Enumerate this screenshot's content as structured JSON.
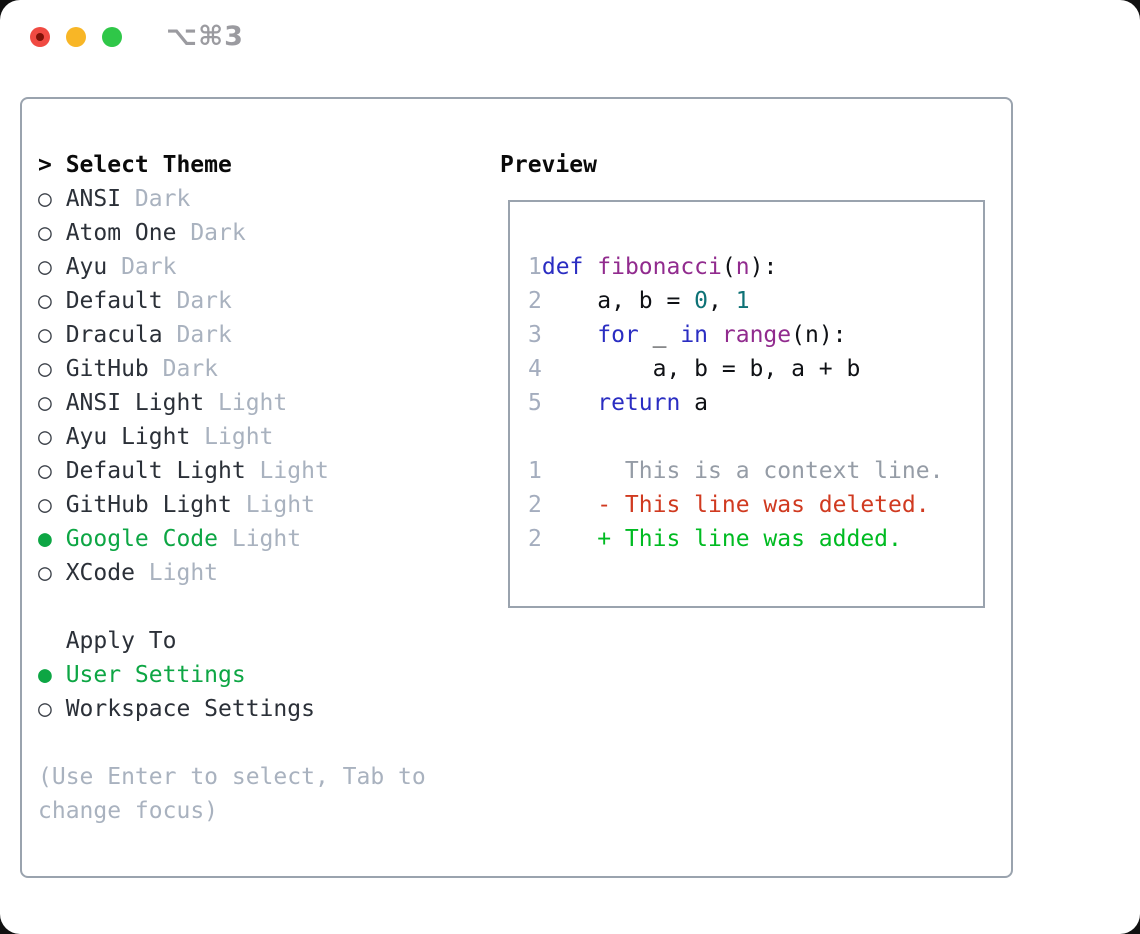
{
  "window": {
    "shortcut": "⌥⌘3"
  },
  "theme_list": {
    "header_prefix": ">",
    "header": "Select Theme",
    "bullet_unselected": "○",
    "bullet_selected": "●",
    "items": [
      {
        "name": "ANSI",
        "variant": "Dark",
        "selected": false
      },
      {
        "name": "Atom One",
        "variant": "Dark",
        "selected": false
      },
      {
        "name": "Ayu",
        "variant": "Dark",
        "selected": false
      },
      {
        "name": "Default",
        "variant": "Dark",
        "selected": false
      },
      {
        "name": "Dracula",
        "variant": "Dark",
        "selected": false
      },
      {
        "name": "GitHub",
        "variant": "Dark",
        "selected": false
      },
      {
        "name": "ANSI Light",
        "variant": "Light",
        "selected": false
      },
      {
        "name": "Ayu Light",
        "variant": "Light",
        "selected": false
      },
      {
        "name": "Default Light",
        "variant": "Light",
        "selected": false
      },
      {
        "name": "GitHub Light",
        "variant": "Light",
        "selected": false
      },
      {
        "name": "Google Code",
        "variant": "Light",
        "selected": true
      },
      {
        "name": "XCode",
        "variant": "Light",
        "selected": false
      }
    ]
  },
  "apply_to": {
    "header": "Apply To",
    "options": [
      {
        "name": "User Settings",
        "selected": true
      },
      {
        "name": "Workspace Settings",
        "selected": false
      }
    ]
  },
  "help_text": "(Use Enter to select, Tab to change focus)",
  "preview": {
    "label": "Preview",
    "lines": [
      {
        "num": "1",
        "tokens": [
          {
            "t": "def",
            "c": "keyword"
          },
          {
            "t": " ",
            "c": "plain"
          },
          {
            "t": "fibonacci",
            "c": "function"
          },
          {
            "t": "(",
            "c": "plain"
          },
          {
            "t": "n",
            "c": "function"
          },
          {
            "t": "):",
            "c": "plain"
          }
        ]
      },
      {
        "num": "2",
        "tokens": [
          {
            "t": "    a, b = ",
            "c": "plain"
          },
          {
            "t": "0",
            "c": "number"
          },
          {
            "t": ", ",
            "c": "plain"
          },
          {
            "t": "1",
            "c": "number"
          }
        ]
      },
      {
        "num": "3",
        "tokens": [
          {
            "t": "    ",
            "c": "plain"
          },
          {
            "t": "for",
            "c": "keyword"
          },
          {
            "t": " _ ",
            "c": "plain"
          },
          {
            "t": "in",
            "c": "keyword"
          },
          {
            "t": " ",
            "c": "plain"
          },
          {
            "t": "range",
            "c": "function"
          },
          {
            "t": "(n):",
            "c": "plain"
          }
        ]
      },
      {
        "num": "4",
        "tokens": [
          {
            "t": "        a, b = b, a + b",
            "c": "plain"
          }
        ]
      },
      {
        "num": "5",
        "tokens": [
          {
            "t": "    ",
            "c": "plain"
          },
          {
            "t": "return",
            "c": "keyword"
          },
          {
            "t": " a",
            "c": "plain"
          }
        ]
      },
      {
        "num": "",
        "tokens": []
      },
      {
        "num": "1",
        "tokens": [
          {
            "t": "      This is a context line.",
            "c": "context"
          }
        ]
      },
      {
        "num": "2",
        "tokens": [
          {
            "t": "    - This line was deleted.",
            "c": "deleted"
          }
        ]
      },
      {
        "num": "2",
        "tokens": [
          {
            "t": "    + This line was added.",
            "c": "added"
          }
        ]
      }
    ]
  },
  "colors": {
    "border": "#9aa3ae",
    "text_dark": "#2b3038",
    "text_bold": "#0a0a0a",
    "circle": "#3f444c",
    "muted": "#a9b2bf",
    "select_green": "#0da644",
    "keyword": "#2a2dc2",
    "function": "#912b8e",
    "number": "#0e7276",
    "plain": "#0f1115",
    "linenum": "#a4adbe",
    "context": "#959ca6",
    "deleted": "#d03a20",
    "added": "#00bb22",
    "traffic_red": "#f04a42",
    "traffic_red_dot": "#7e1208",
    "traffic_yellow": "#f8b626",
    "traffic_green": "#2fc748",
    "shortcut": "#9b9ba0"
  }
}
